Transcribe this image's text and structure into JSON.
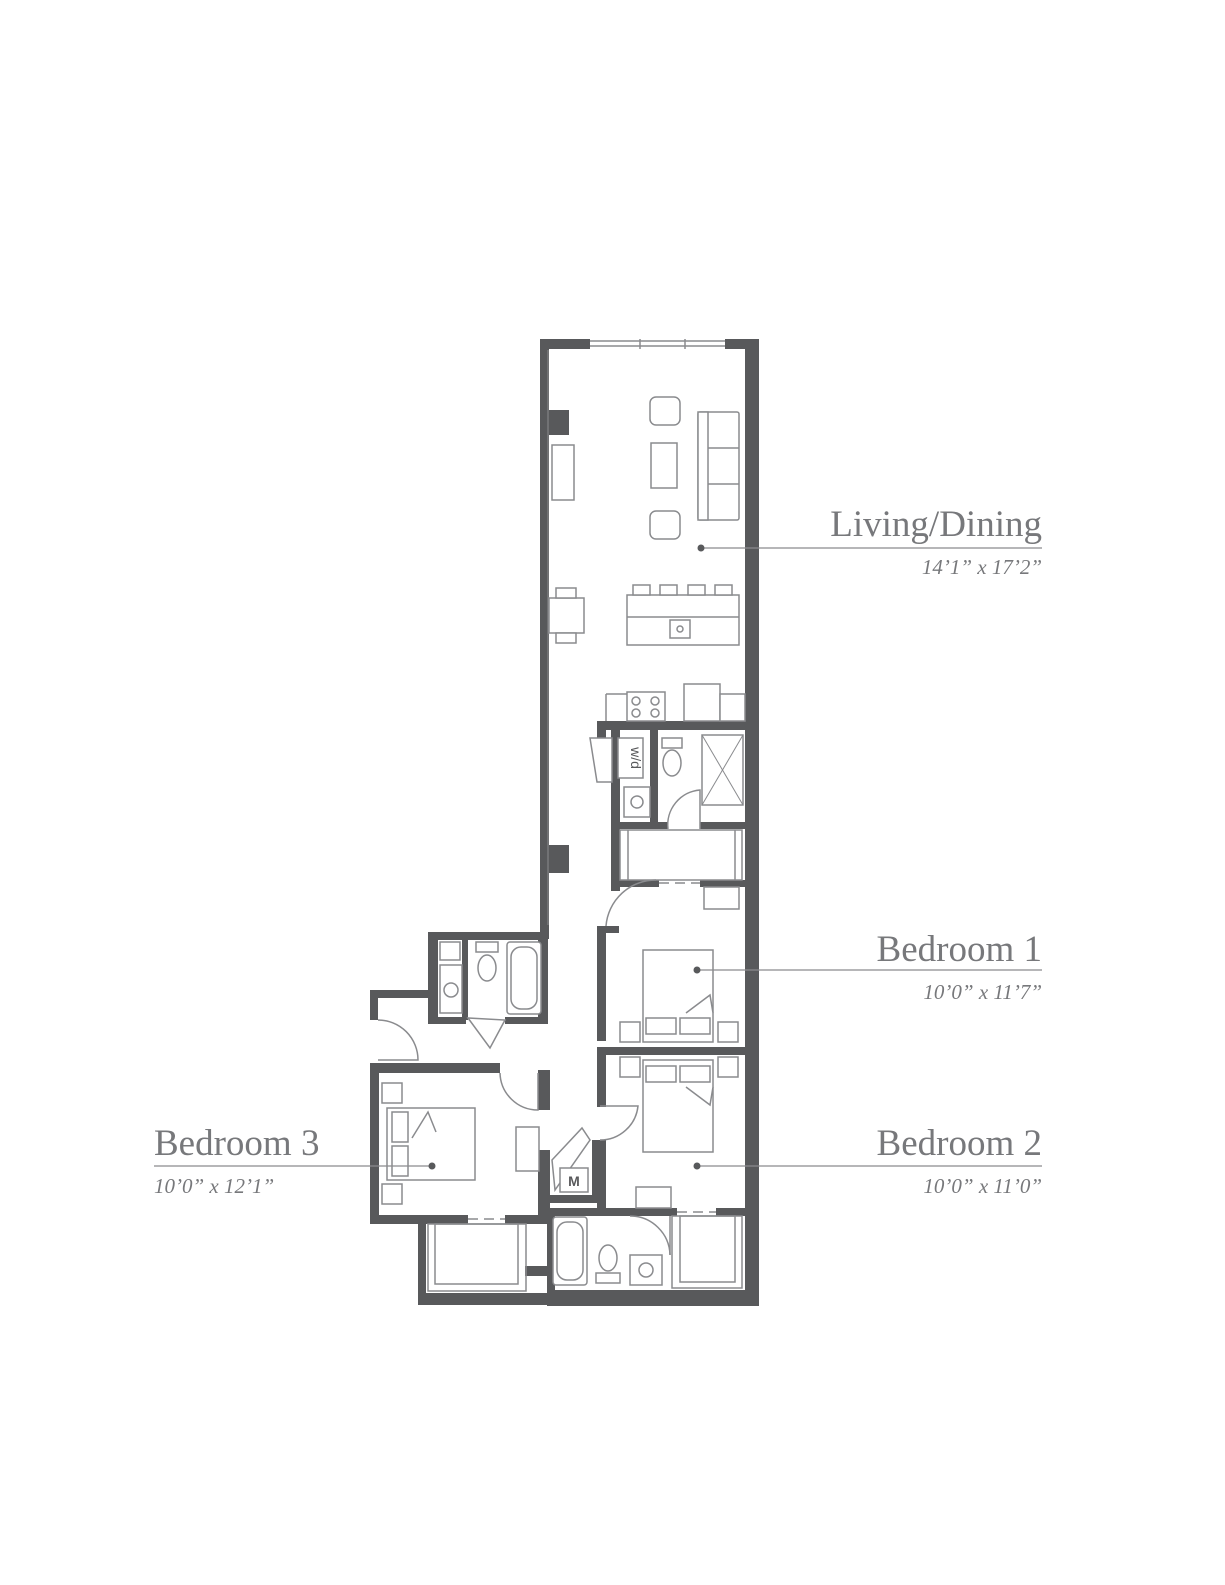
{
  "rooms": {
    "living_dining": {
      "name": "Living/Dining",
      "dims": "14’1” x 17’2”"
    },
    "bedroom_1": {
      "name": "Bedroom 1",
      "dims": "10’0” x 11’7”"
    },
    "bedroom_2": {
      "name": "Bedroom 2",
      "dims": "10’0” x 11’0”"
    },
    "bedroom_3": {
      "name": "Bedroom 3",
      "dims": "10’0” x 12’1”"
    }
  },
  "fixtures": {
    "washer_dryer": "w/d",
    "mechanical": "M"
  },
  "colors": {
    "wall": "#58595b",
    "line": "#8a8b8e",
    "label": "#77787b",
    "background": "#ffffff"
  }
}
